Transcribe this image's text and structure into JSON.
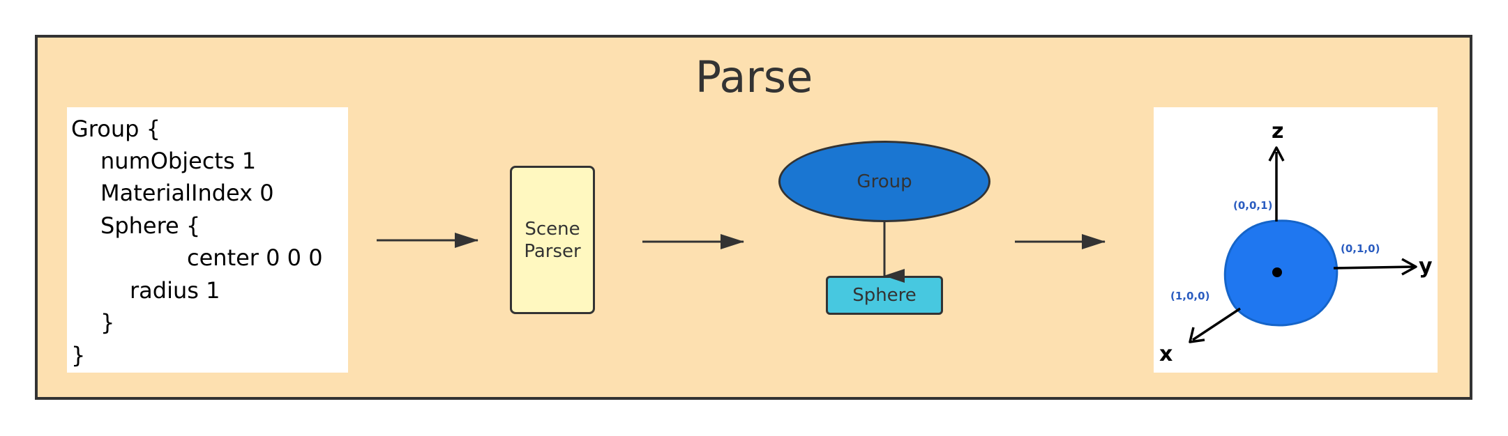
{
  "title": "Parse",
  "scene_text": {
    "lines": [
      "Group {",
      "numObjects 1",
      "MaterialIndex 0",
      "Sphere {",
      "center 0 0 0",
      "radius 1",
      "}",
      "}"
    ]
  },
  "parser": {
    "line1": "Scene",
    "line2": "Parser"
  },
  "tree": {
    "root": "Group",
    "child": "Sphere"
  },
  "render": {
    "axis_z": "z",
    "axis_y": "y",
    "axis_x": "x",
    "point_z": "(0,0,1)",
    "point_y": "(0,1,0)",
    "point_x": "(1,0,0)"
  },
  "colors": {
    "frame_bg": "#fde0b0",
    "parser_bg": "#fff8c0",
    "group_node": "#1a76d2",
    "sphere_node": "#47c8e0",
    "sphere_render": "#1f77f0"
  }
}
